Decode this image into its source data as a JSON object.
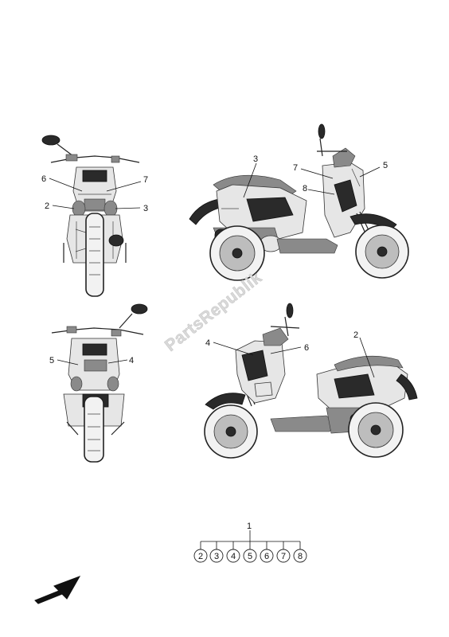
{
  "callouts": {
    "front_view": {
      "left_upper": "6",
      "left_lower": "2",
      "right_upper": "7",
      "right_lower": "3"
    },
    "right_side_view": {
      "a": "3",
      "b": "7",
      "c": "8",
      "d": "5"
    },
    "rear_view": {
      "left": "5",
      "right": "4"
    },
    "left_side_view": {
      "a": "4",
      "b": "6",
      "c": "2"
    }
  },
  "legend": {
    "parent": "1",
    "children": [
      "2",
      "3",
      "4",
      "5",
      "6",
      "7",
      "8"
    ]
  },
  "watermark": "PartsRepublik",
  "icons": {
    "direction": "front-direction-arrow-icon"
  }
}
